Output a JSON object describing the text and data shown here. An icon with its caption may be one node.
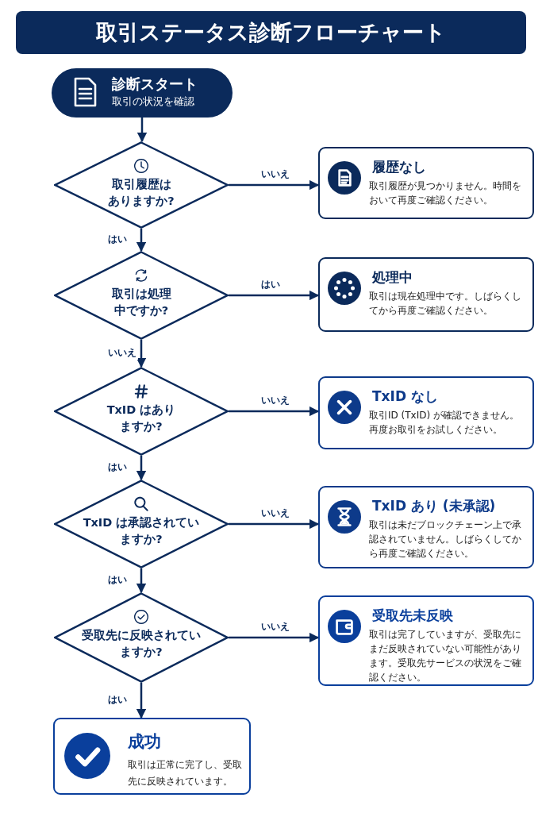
{
  "diagram": {
    "title": "取引ステータス診断フローチャート",
    "nodes": [
      {
        "text": [
          "診断スタート",
          "取引の状況を確認"
        ]
      },
      {
        "text": [
          "取引履歴はありますか?"
        ]
      },
      {
        "text": [
          "履歴なし",
          "取引履歴が見つかりません。時間をおいて再度ご確認ください。"
        ]
      },
      {
        "text": [
          "取引は処理中ですか?"
        ]
      },
      {
        "text": [
          "処理中",
          "取引は現在処理中です。しばらくしてから再度ご確認ください。"
        ]
      },
      {
        "text": [
          "TxID はありますか?"
        ]
      },
      {
        "text": [
          "TxID なし",
          "取引ID (TxID) が確認できません。再度お取引をお試しください。"
        ]
      },
      {
        "text": [
          "TxID は承認されていますか?"
        ]
      },
      {
        "text": [
          "TxID あり (未承認)",
          "取引は未だブロックチェーン上で承認されていません。しばらくしてから再度ご確認ください。"
        ]
      },
      {
        "text": [
          "受取先に反映されていますか?"
        ]
      },
      {
        "text": [
          "受取先未反映",
          "取引は完了していますが、受取先にまだ反映されていない可能性があります。受取先サービスの状況をご確認ください。"
        ]
      },
      {
        "text": [
          "成功",
          "取引は正常に完了し、受取先に反映されています。"
        ]
      }
    ],
    "edges": [
      {
        "from": 0,
        "to": 1,
        "arrow": "to"
      },
      {
        "from": 1,
        "to": 2,
        "arrow": "to",
        "label": "いいえ"
      },
      {
        "from": 1,
        "to": 3,
        "arrow": "to",
        "label": "はい"
      },
      {
        "from": 3,
        "to": 4,
        "arrow": "to",
        "label": "はい"
      },
      {
        "from": 3,
        "to": 5,
        "arrow": "to",
        "label": "いいえ"
      },
      {
        "from": 5,
        "to": 6,
        "arrow": "to",
        "label": "いいえ"
      },
      {
        "from": 5,
        "to": 7,
        "arrow": "to",
        "label": "はい"
      },
      {
        "from": 7,
        "to": 8,
        "arrow": "to",
        "label": "いいえ"
      },
      {
        "from": 7,
        "to": 9,
        "arrow": "to",
        "label": "はい"
      },
      {
        "from": 9,
        "to": 10,
        "arrow": "to",
        "label": "いいえ"
      },
      {
        "from": 9,
        "to": 11,
        "arrow": "to",
        "label": "はい"
      }
    ]
  }
}
